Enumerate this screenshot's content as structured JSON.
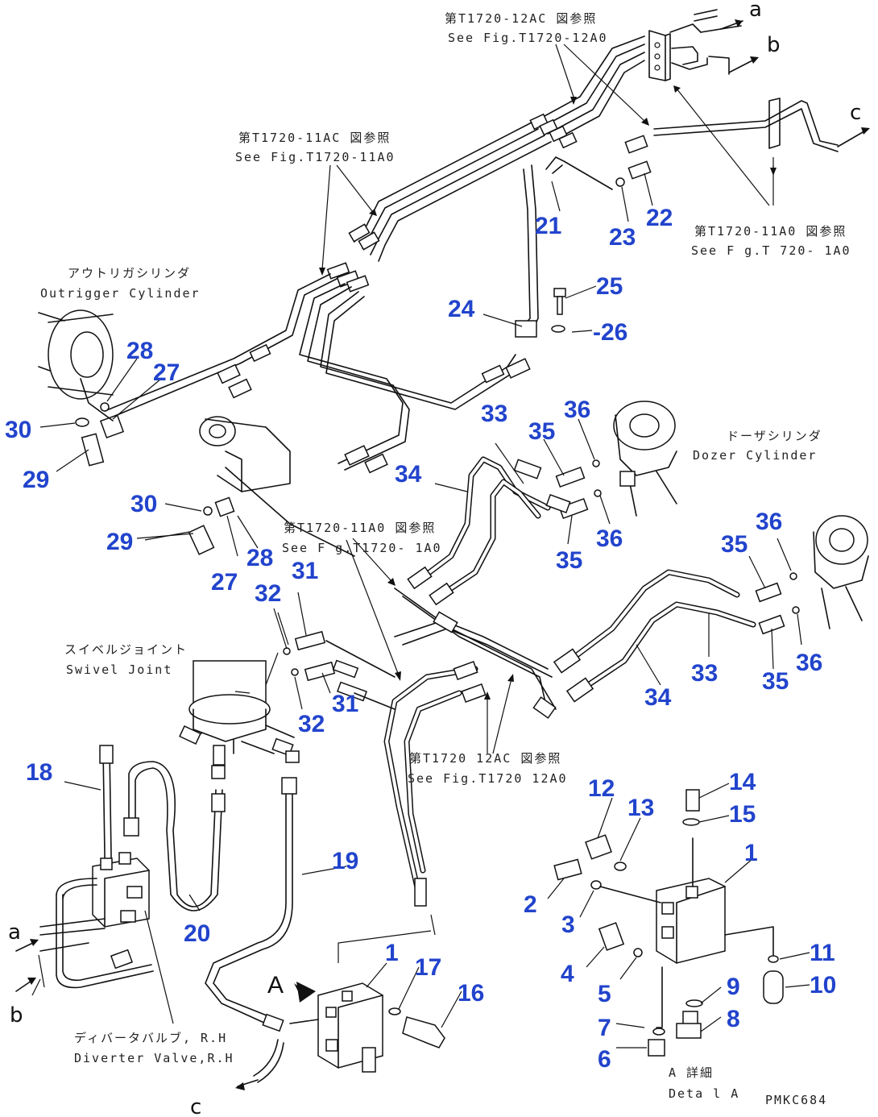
{
  "parts": [
    {
      "id": "p1a",
      "label": "1"
    },
    {
      "id": "p1b",
      "label": "1"
    },
    {
      "id": "p2",
      "label": "2"
    },
    {
      "id": "p3",
      "label": "3"
    },
    {
      "id": "p4",
      "label": "4"
    },
    {
      "id": "p5",
      "label": "5"
    },
    {
      "id": "p6",
      "label": "6"
    },
    {
      "id": "p7",
      "label": "7"
    },
    {
      "id": "p8",
      "label": "8"
    },
    {
      "id": "p9",
      "label": "9"
    },
    {
      "id": "p10",
      "label": "10"
    },
    {
      "id": "p11",
      "label": "11"
    },
    {
      "id": "p12",
      "label": "12"
    },
    {
      "id": "p13",
      "label": "13"
    },
    {
      "id": "p14",
      "label": "14"
    },
    {
      "id": "p15",
      "label": "15"
    },
    {
      "id": "p16",
      "label": "16"
    },
    {
      "id": "p17",
      "label": "17"
    },
    {
      "id": "p18",
      "label": "18"
    },
    {
      "id": "p19",
      "label": "19"
    },
    {
      "id": "p20",
      "label": "20"
    },
    {
      "id": "p21",
      "label": "21"
    },
    {
      "id": "p22",
      "label": "22"
    },
    {
      "id": "p23",
      "label": "23"
    },
    {
      "id": "p24",
      "label": "24"
    },
    {
      "id": "p25",
      "label": "25"
    },
    {
      "id": "p26",
      "label": "-26"
    },
    {
      "id": "p27a",
      "label": "27"
    },
    {
      "id": "p27b",
      "label": "27"
    },
    {
      "id": "p28a",
      "label": "28"
    },
    {
      "id": "p28b",
      "label": "28"
    },
    {
      "id": "p29a",
      "label": "29"
    },
    {
      "id": "p29b",
      "label": "29"
    },
    {
      "id": "p30a",
      "label": "30"
    },
    {
      "id": "p30b",
      "label": "30"
    },
    {
      "id": "p31a",
      "label": "31"
    },
    {
      "id": "p31b",
      "label": "31"
    },
    {
      "id": "p32a",
      "label": "32"
    },
    {
      "id": "p32b",
      "label": "32"
    },
    {
      "id": "p33a",
      "label": "33"
    },
    {
      "id": "p33b",
      "label": "33"
    },
    {
      "id": "p34a",
      "label": "34"
    },
    {
      "id": "p34b",
      "label": "34"
    },
    {
      "id": "p35a",
      "label": "35"
    },
    {
      "id": "p35b",
      "label": "35"
    },
    {
      "id": "p35c",
      "label": "35"
    },
    {
      "id": "p35d",
      "label": "35"
    },
    {
      "id": "p36a",
      "label": "36"
    },
    {
      "id": "p36b",
      "label": "36"
    },
    {
      "id": "p36c",
      "label": "36"
    },
    {
      "id": "p36d",
      "label": "36"
    }
  ],
  "connectors": {
    "a_top": "a",
    "b_top": "b",
    "c_top": "c",
    "a_left": "a",
    "b_left": "b",
    "c_bottom": "c"
  },
  "notes": {
    "ref_12a0_top_jp": "第T1720-12AC 図参照",
    "ref_12a0_top_en": "See Fig.T1720-12A0",
    "ref_11a0_mid_jp": "第T1720-11AC 図参照",
    "ref_11a0_mid_en": "See Fig.T1720-11A0",
    "ref_11a0_right_jp": "第T1720-11A0 図参照",
    "ref_11a0_right_en": "See F g.T 720- 1A0",
    "ref_11a0_center_jp": "第T1720-11A0 図参照",
    "ref_11a0_center_en": "See F g.T1720- 1A0",
    "ref_12a0_bottom_jp": "第T1720 12AC 図参照",
    "ref_12a0_bottom_en": "See Fig.T1720 12A0",
    "outrigger_jp": "アウトリガシリンダ",
    "outrigger_en": "Outrigger Cylinder",
    "dozer_jp": "ドーザシリンダ",
    "dozer_en": "Dozer Cylinder",
    "swivel_jp": "スイベルジョイント",
    "swivel_en": "Swivel Joint",
    "diverter_jp": "ディバータバルブ, R.H",
    "diverter_en": "Diverter Valve,R.H",
    "detail_jp": "A 詳細",
    "detail_en": "Deta l A",
    "detail_mark": "A",
    "drawing_code": "PMKC684"
  }
}
